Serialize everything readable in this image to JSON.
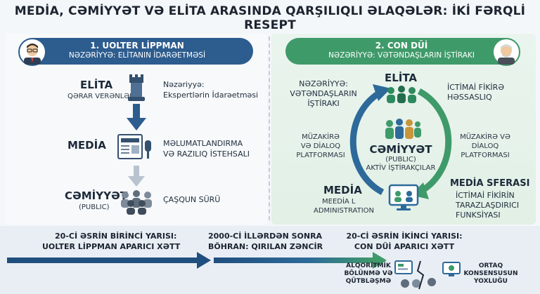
{
  "title": "MEDİA, CƏMİYYƏT VƏ ELİTA ARASINDA QARŞILIQLI ƏLAQƏLƏR: İKİ FƏRQLİ RESEPT",
  "left": {
    "heading": "1. UOLTER LİPPMAN",
    "subheading": "NƏZƏRİYYƏ: ELİTANIN İDARƏETMƏSİ",
    "elite_title": "ELİTA",
    "elite_sub": "QƏRAR VERƏNLƏR",
    "elite_desc_1": "Nəzəriyyə:",
    "elite_desc_2": "Ekspertlərin İdarəetməsi",
    "media_title": "MEDİA",
    "media_desc_1": "MƏLUMATLANDIRMA",
    "media_desc_2": "VƏ RAZILIQ İSTEHSALI",
    "society_title": "CƏMİYYƏT",
    "society_sub": "(PUBLIC)",
    "society_desc": "ÇAŞQUN SÜRÜ"
  },
  "right": {
    "heading": "2. CON DÜİ",
    "subheading": "NƏZƏRİYYƏ: VƏTƏNDAŞLARIN İŞTİRAKI",
    "theory_1": "NƏZƏRİYYƏ:",
    "theory_2": "VƏTƏNDAŞLARIN",
    "theory_3": "İŞTİRAKI",
    "elite_title": "ELİTA",
    "opinion_1": "İCTİMAİ FİKİRƏ",
    "opinion_2": "HƏSSASLIQ",
    "left_dlg_1": "MÜZAKİRƏ",
    "left_dlg_2": "VƏ DİALOQ",
    "left_dlg_3": "PLATFORMASI",
    "right_dlg_1": "MÜZAKİRƏ VƏ",
    "right_dlg_2": "DİALOQ",
    "right_dlg_3": "PLATFORMASI",
    "society_title": "CƏMİYYƏT",
    "society_sub": "(PUBLIC)",
    "society_desc": "AKTİV İŞTİRAKÇILAR",
    "media_title": "MEDİA",
    "media_sub_1": "MEEDİA L",
    "media_sub_2": "ADMINISTRATION",
    "sphere_title": "MEDİA SFERASI",
    "sphere_1": "İCTİMAİ FİKİRİN",
    "sphere_2": "TARAZLAŞDIRICI",
    "sphere_3": "FUNKSİYASI"
  },
  "timeline": {
    "s1_a": "20-Cİ ƏSRİN BİRİNCİ YARISI:",
    "s1_b": "UOLTER LİPPMAN APARICI XƏTT",
    "s2_a": "2000-Cİ İLLƏRDƏN SONRA",
    "s2_b": "BÖHRAN: QIRILAN ZƏNCİR",
    "s3_a": "20-Cİ ƏSRİN İKİNCİ YARISI:",
    "s3_b": "CON DÜİ APARICI XƏTT",
    "alg_1": "ALQORİTMİK",
    "alg_2": "BÖLÜNMƏ VƏ",
    "alg_3": "QÜTBLƏŞMƏ",
    "cons_1": "ORTAQ",
    "cons_2": "KONSENSUSUN",
    "cons_3": "YOXLUĞU"
  },
  "colors": {
    "lippman_blue": "#2d5c8e",
    "dewey_green": "#3f9a6a",
    "arrow_blue": "#2d5c8e"
  }
}
